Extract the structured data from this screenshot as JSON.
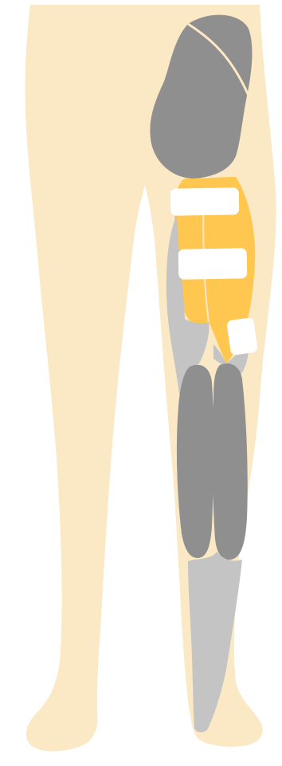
{
  "figure": {
    "type": "anatomy-diagram",
    "view": "posterior legs",
    "highlighted_side": "right"
  },
  "colors": {
    "background": "#ffffff",
    "skin": "#fbe8c4",
    "muscle_dark": "#8f8f8f",
    "muscle_light": "#c4c4c4",
    "highlight": "#ffc74f",
    "electrode_pad": "#ffffff"
  },
  "regions": [
    {
      "name": "gluteus",
      "fill": "muscle_dark"
    },
    {
      "name": "hamstrings",
      "fill": "highlight"
    },
    {
      "name": "popliteal",
      "fill": "muscle_light"
    },
    {
      "name": "gastrocnemius",
      "fill": "muscle_dark"
    },
    {
      "name": "achilles-tendon",
      "fill": "muscle_light"
    }
  ],
  "electrodes": {
    "count": 3
  }
}
